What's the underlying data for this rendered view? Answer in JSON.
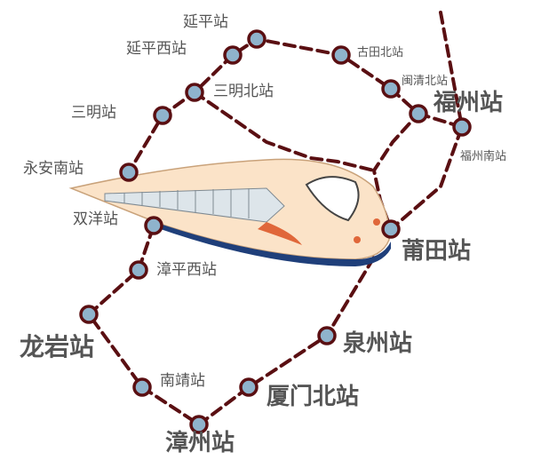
{
  "stations": {
    "yanping": "延平站",
    "yanping_xi": "延平西站",
    "gutian_bei": "古田北站",
    "minqing_bei": "闽清北站",
    "fuzhou": "福州站",
    "fuzhou_nan": "福州南站",
    "sanming_bei": "三明北站",
    "sanming": "三明站",
    "yongan_nan": "永安南站",
    "shuangyang": "双洋站",
    "putian": "莆田站",
    "zhangping_xi": "漳平西站",
    "longyan": "龙岩站",
    "quanzhou": "泉州站",
    "nanjing": "南靖站",
    "xiamen_bei": "厦门北站",
    "zhangzhou": "漳州站"
  },
  "colors": {
    "route": "#5a0f12",
    "station_fill": "#8fb3cc",
    "train_body": "#fbe3c8",
    "train_stripe": "#1f3f7a",
    "train_accent": "#e0673a"
  }
}
